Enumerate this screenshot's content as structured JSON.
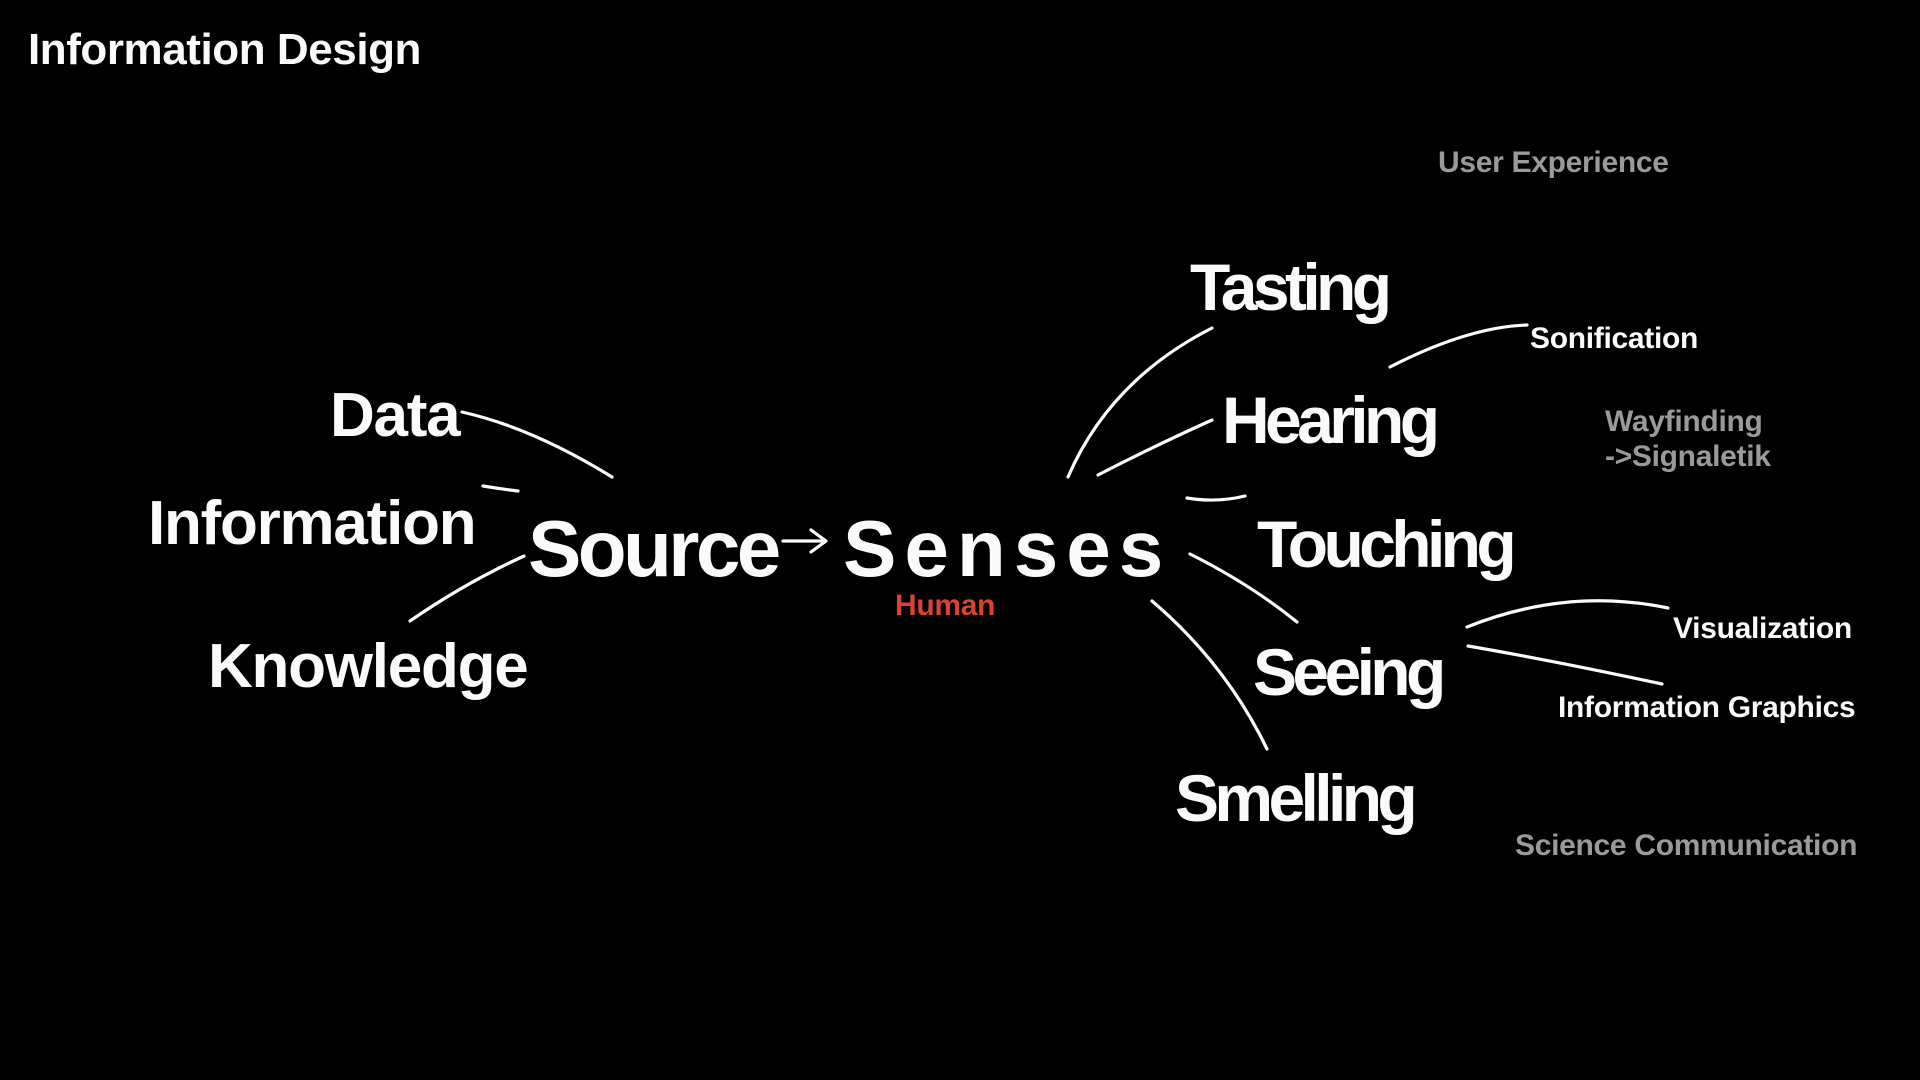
{
  "title": "Information Design",
  "colors": {
    "background": "#000000",
    "text": "#fafafa",
    "muted_gray": "#9a9a9a",
    "accent_red": "#da442f"
  },
  "nodes": {
    "source": "Source",
    "senses": "Senses",
    "senses_sublabel": "Human",
    "inputs": {
      "data": "Data",
      "information": "Information",
      "knowledge": "Knowledge"
    },
    "senses_list": {
      "tasting": "Tasting",
      "hearing": "Hearing",
      "touching": "Touching",
      "seeing": "Seeing",
      "smelling": "Smelling"
    },
    "fields": {
      "sonification": "Sonification",
      "wayfinding": "Wayfinding\n->Signaletik",
      "user_experience": "User Experience",
      "visualization": "Visualization",
      "information_graphics": "Information Graphics",
      "science_communication": "Science Communication"
    }
  },
  "edges": [
    {
      "from": "Data",
      "to": "Source"
    },
    {
      "from": "Information",
      "to": "Source"
    },
    {
      "from": "Knowledge",
      "to": "Source"
    },
    {
      "from": "Source",
      "to": "Senses",
      "style": "arrow"
    },
    {
      "from": "Senses",
      "to": "Tasting"
    },
    {
      "from": "Senses",
      "to": "Hearing"
    },
    {
      "from": "Senses",
      "to": "Touching"
    },
    {
      "from": "Senses",
      "to": "Seeing"
    },
    {
      "from": "Senses",
      "to": "Smelling"
    },
    {
      "from": "Hearing",
      "to": "Sonification"
    },
    {
      "from": "Seeing",
      "to": "Visualization"
    },
    {
      "from": "Seeing",
      "to": "Information Graphics"
    }
  ]
}
